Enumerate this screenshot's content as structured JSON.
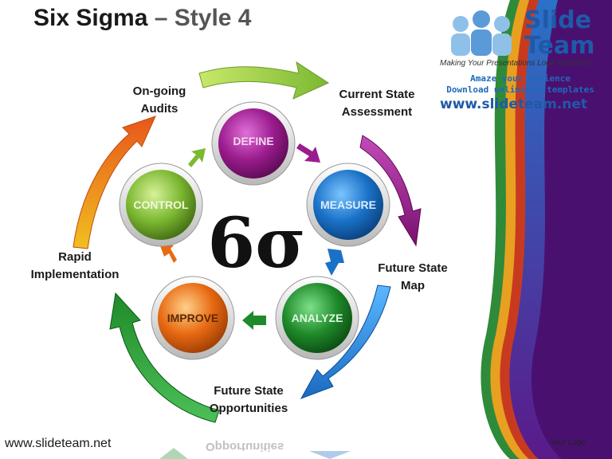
{
  "title": {
    "main": "Six Sigma",
    "suffix": "– Style 4"
  },
  "brand": {
    "name_line1": "Slide",
    "name_line2": "Team",
    "tagline": "Making Your Presentations Look Awesome",
    "promo_line1": "Amaze your audience",
    "promo_line2": "Download unlimited templates",
    "url": "www.slideteam.net"
  },
  "center_symbol": "6σ",
  "phases": [
    {
      "label": "DEFINE",
      "color": "#9b1c8e"
    },
    {
      "label": "MEASURE",
      "color": "#1a72c8"
    },
    {
      "label": "ANALYZE",
      "color": "#1f8a2a"
    },
    {
      "label": "IMPROVE",
      "color": "#e86a12"
    },
    {
      "label": "CONTROL",
      "color": "#7cb832"
    }
  ],
  "outer_labels": {
    "ongoing_line1": "On-going",
    "ongoing_line2": "Audits",
    "current_line1": "Current State",
    "current_line2": "Assessment",
    "rapid_line1": "Rapid",
    "rapid_line2": "Implementation",
    "future_map_line1": "Future State",
    "future_map_line2": "Map",
    "future_opp_line1": "Future State",
    "future_opp_line2": "Opportunities"
  },
  "footer": {
    "url": "www.slideteam.net",
    "logo": "Your Logo"
  },
  "mirrored_text": "Opportunities"
}
